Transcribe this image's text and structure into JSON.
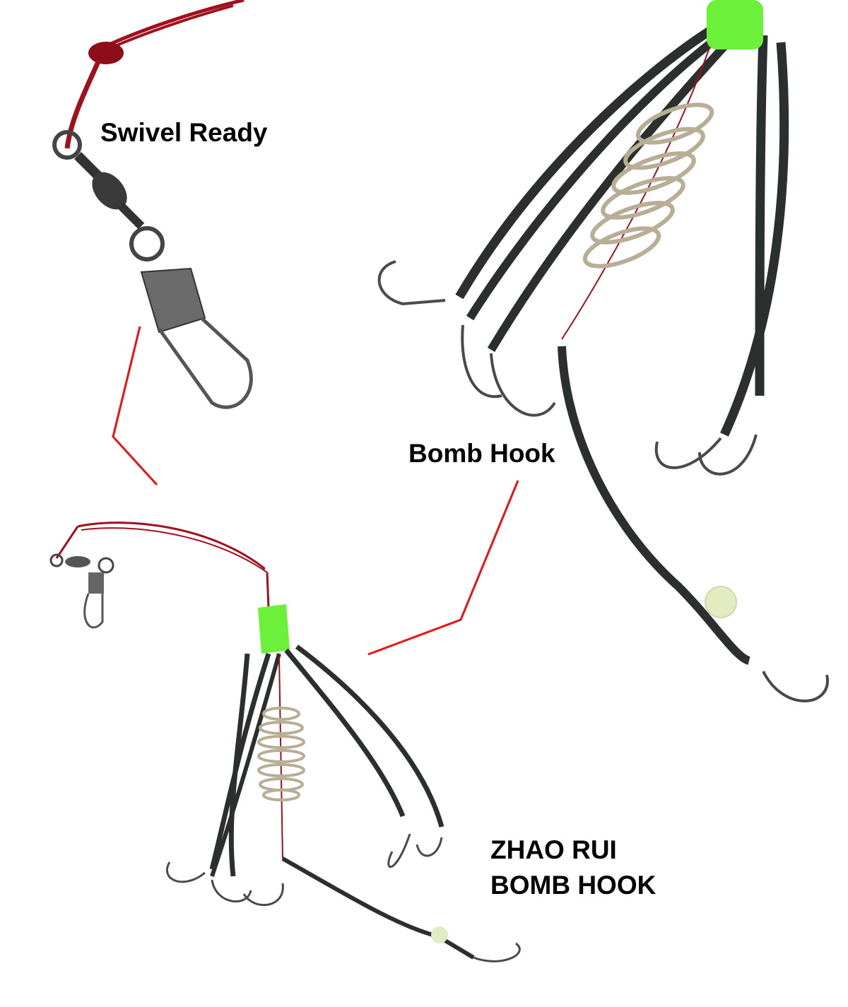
{
  "labels": {
    "swivel": "Swivel Ready",
    "bomb_hook": "Bomb Hook",
    "brand_line1": "ZHAO RUI",
    "brand_line2": "BOMB HOOK"
  },
  "colors": {
    "line_red": "#a0101e",
    "tube": "#2b2f2e",
    "connector_green": "#6cf03a",
    "pointer_red": "#ee1111",
    "metal": "#5a5a5a",
    "spring": "#b8ad95",
    "bead": "#e3ecc0"
  }
}
